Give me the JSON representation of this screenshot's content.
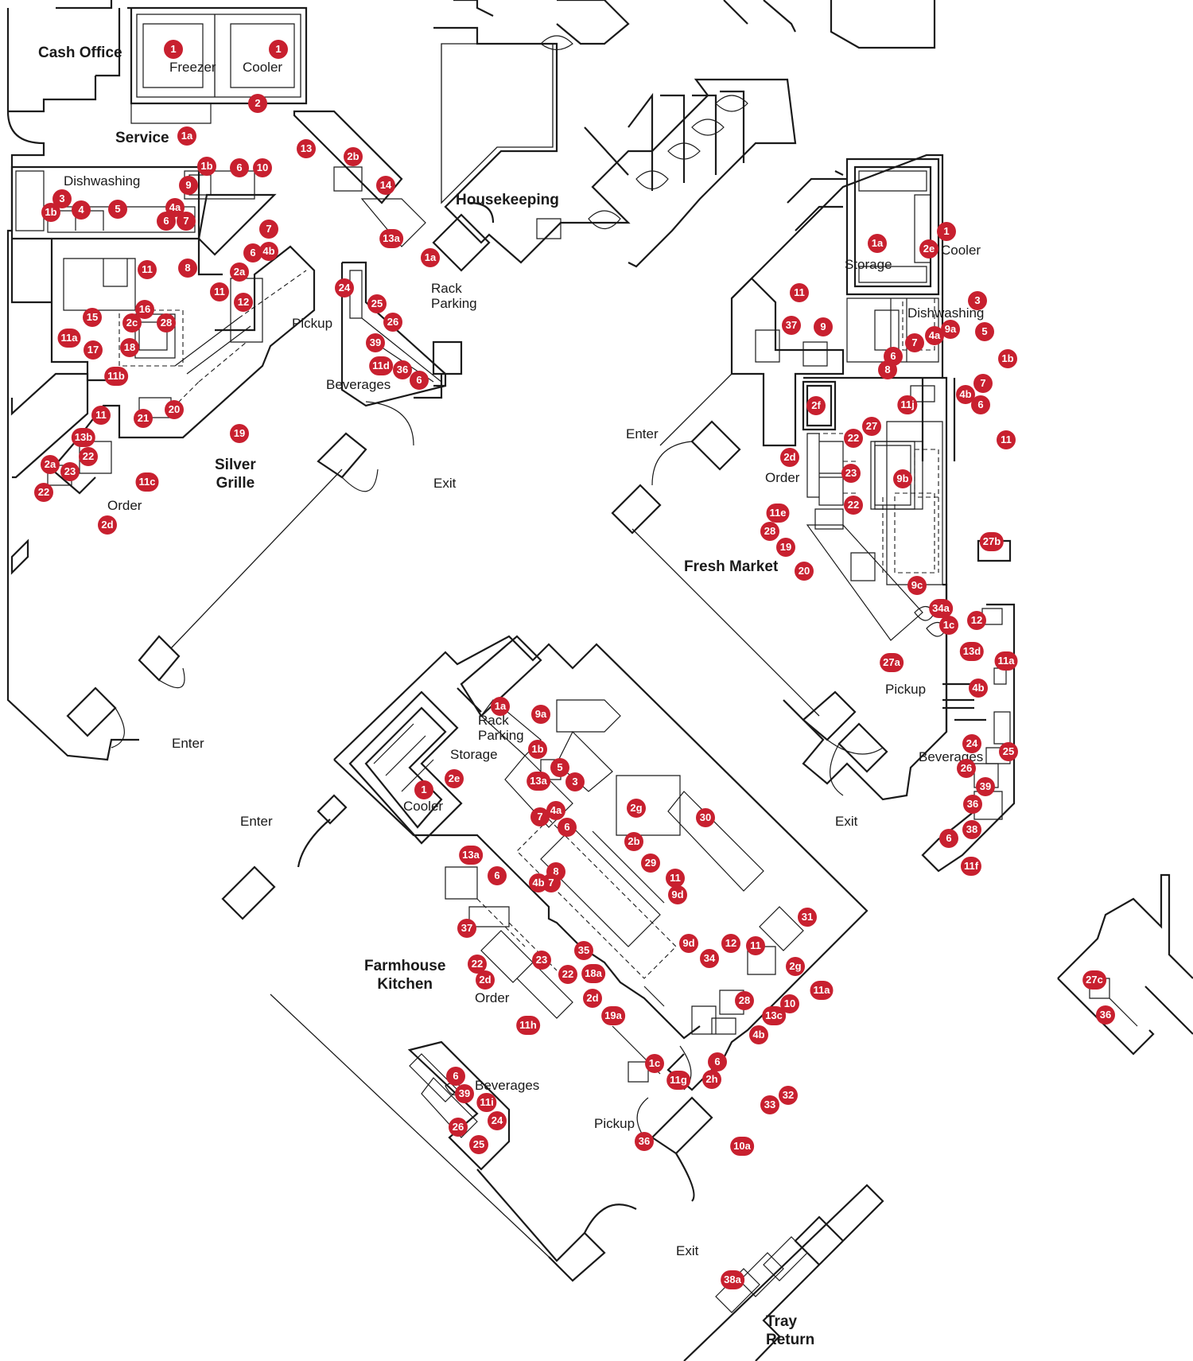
{
  "labels": {
    "cash_office": "Cash Office",
    "freezer": "Freezer",
    "cooler_service": "Cooler",
    "service": "Service",
    "dishwashing_1": "Dishwashing",
    "housekeeping": "Housekeeping",
    "rack_parking_1": "Rack\nParking",
    "pickup_1": "Pickup",
    "beverages_1": "Beverages",
    "silver_grille": "Silver\nGrille",
    "order_1": "Order",
    "exit_1": "Exit",
    "enter_1": "Enter",
    "storage_fm": "Storage",
    "cooler_fm": "Cooler",
    "dishwashing_fm": "Dishwashing",
    "enter_fm": "Enter",
    "order_fm": "Order",
    "fresh_market": "Fresh Market",
    "pickup_fm": "Pickup",
    "beverages_fm": "Beverages",
    "exit_fm": "Exit",
    "rack_parking_fk": "Rack\nParking",
    "storage_fk": "Storage",
    "cooler_fk": "Cooler",
    "enter_fk": "Enter",
    "farmhouse_kitchen": "Farmhouse\nKitchen",
    "order_fk": "Order",
    "beverages_fk": "Beverages",
    "pickup_fk": "Pickup",
    "exit_fk": "Exit",
    "tray_return": "Tray\nReturn"
  },
  "tags": [
    "1",
    "1",
    "2",
    "1a",
    "13",
    "2b",
    "14",
    "13a",
    "1a",
    "1b",
    "6",
    "10",
    "9",
    "3",
    "1b",
    "4",
    "5",
    "4a",
    "6",
    "7",
    "8",
    "7",
    "6",
    "4b",
    "2a",
    "11",
    "11",
    "12",
    "16",
    "15",
    "2c",
    "28",
    "11a",
    "17",
    "18",
    "11b",
    "24",
    "25",
    "26",
    "39",
    "11d",
    "36",
    "6",
    "11",
    "13b",
    "2a",
    "20",
    "21",
    "19",
    "22",
    "23",
    "11c",
    "22",
    "2d",
    "1a",
    "1",
    "2e",
    "11",
    "37",
    "9",
    "3",
    "9a",
    "4a",
    "5",
    "7",
    "6",
    "8",
    "1b",
    "7",
    "4b",
    "6",
    "11",
    "11j",
    "27",
    "22",
    "2f",
    "2d",
    "23",
    "22",
    "9b",
    "11e",
    "28",
    "19",
    "27b",
    "20",
    "9c",
    "34a",
    "1c",
    "12",
    "27a",
    "13d",
    "11a",
    "4b",
    "24",
    "25",
    "26",
    "39",
    "36",
    "6",
    "38",
    "11f",
    "1a",
    "9a",
    "1b",
    "5",
    "3",
    "1",
    "2e",
    "13a",
    "7",
    "4a",
    "6",
    "2g",
    "2b",
    "30",
    "29",
    "13a",
    "6",
    "8",
    "7",
    "4b",
    "11",
    "9d",
    "37",
    "35",
    "23",
    "22",
    "18a",
    "2d",
    "22",
    "9d",
    "34",
    "12",
    "31",
    "11",
    "2g",
    "2d",
    "19a",
    "28",
    "11h",
    "10",
    "11a",
    "13c",
    "4b",
    "1c",
    "11g",
    "6",
    "2h",
    "32",
    "33",
    "36",
    "10a",
    "6",
    "39",
    "11i",
    "26",
    "24",
    "25",
    "27c",
    "36",
    "38a"
  ]
}
